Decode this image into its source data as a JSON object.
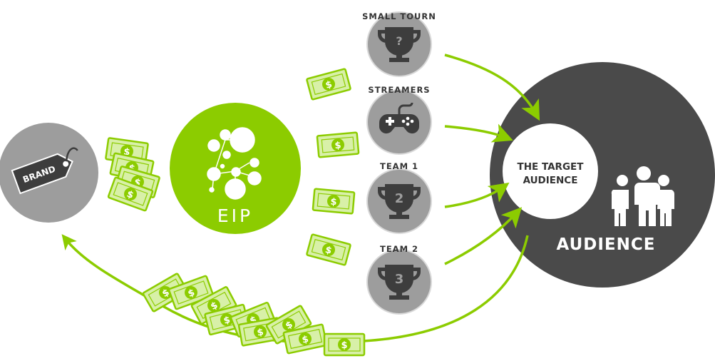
{
  "brand": {
    "tag_text": "BRAND"
  },
  "eip": {
    "label": "EIP"
  },
  "channels": [
    {
      "label": "SMALL TOURN",
      "trophy_text": "?"
    },
    {
      "label": "STREAMERS"
    },
    {
      "label": "TEAM 1",
      "trophy_text": "2"
    },
    {
      "label": "TEAM 2",
      "trophy_text": "3"
    }
  ],
  "audience": {
    "target_line1": "THE TARGET",
    "target_line2": "AUDIENCE",
    "label": "AUDIENCE"
  },
  "money": {
    "symbol": "$"
  },
  "colors": {
    "green": "#8ccc00",
    "money_fill": "#d8f0a8",
    "money_stroke": "#8ccc00",
    "gray_circle": "#9d9d9d",
    "dark_circle": "#4a4a4a",
    "icon_dark": "#3d3d3d",
    "arrow": "#8ccc00"
  }
}
